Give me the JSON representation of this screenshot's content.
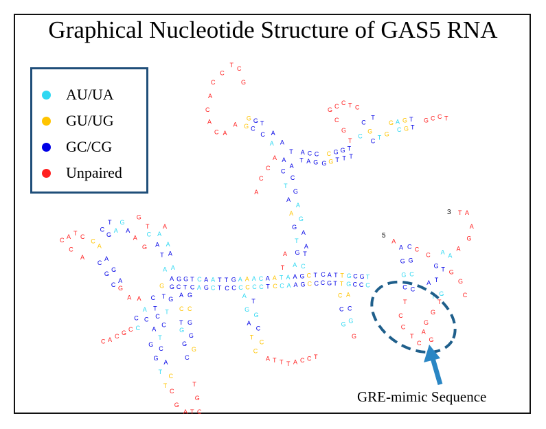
{
  "title": "Graphical Nucleotide Structure of GAS5 RNA",
  "legend": [
    {
      "label": "AU/UA",
      "color": "#2fd8f2"
    },
    {
      "label": "GU/UG",
      "color": "#ffc400"
    },
    {
      "label": "GC/CG",
      "color": "#0000e6"
    },
    {
      "label": "Unpaired",
      "color": "#ff2020"
    }
  ],
  "structure": {
    "five_prime": "5",
    "three_prime": "3",
    "nucleotides": [
      "A",
      "C",
      "G",
      "T"
    ]
  },
  "annotation": {
    "label": "GRE-mimic Sequence",
    "accent": "#1f5f8b"
  }
}
